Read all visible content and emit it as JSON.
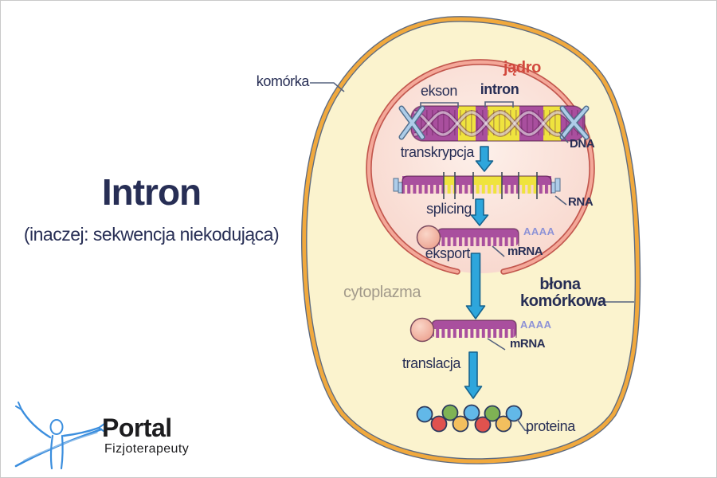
{
  "title": {
    "heading": "Intron",
    "subtitle": "(inaczej: sekwencja niekodująca)"
  },
  "logo": {
    "brand": "Portal",
    "tagline": "Fizjoterapeuty"
  },
  "labels": {
    "cell": "komórka",
    "nucleus": "jądro",
    "exon": "ekson",
    "intron": "intron",
    "dna": "DNA",
    "transcription": "transkrypcja",
    "rna": "RNA",
    "splicing": "splicing",
    "poly_a": "AAAA",
    "mrna": "mRNA",
    "export": "eksport",
    "cytoplasm": "cytoplazma",
    "membrane": "błona komórkowa",
    "translation": "translacja",
    "protein": "proteina"
  },
  "diagram": {
    "protein_bead_sequence": [
      "blue",
      "red",
      "green",
      "orange",
      "blue",
      "red",
      "green",
      "orange",
      "blue"
    ],
    "dna_segment_pattern": [
      "ekson-purple",
      "intron-yellow",
      "ekson-purple",
      "intron-yellow",
      "ekson-purple",
      "intron-yellow",
      "ekson-purple"
    ],
    "process_arrow_color": "#2ea6dc"
  },
  "colors": {
    "background": "#ffffff",
    "border": "#c9c9c9",
    "cell_fill": "#fbf3ce",
    "membrane_orange": "#f1a93d",
    "membrane_edge": "#5e6b80",
    "nucleus_fill": "#f8d7cd",
    "nucleus_fill_light": "#fdf0ea",
    "nucleus_ring": "#f4a899",
    "nucleus_ring_edge": "#c2574e",
    "exon_purple": "#a94f9e",
    "purple_dark": "#6d2a66",
    "intron_yellow": "#efe33e",
    "helix_blue": "#aecde9",
    "helix_blue_dark": "#54708e",
    "arrow_blue": "#2ea6dc",
    "arrow_edge": "#17648f",
    "label_navy": "#272e55",
    "label_red": "#d2493e",
    "label_gray": "#a29a8b",
    "poly_a_color": "#8d92d6",
    "bead_blue": "#62b8e8",
    "bead_red": "#e0524e",
    "bead_green": "#7fb254",
    "bead_orange": "#f3bf5e",
    "bead_edge": "#2c3a5e",
    "cap_pink": "#f3ab97",
    "cap_edge": "#7b4a5e",
    "pointer": "#55627e",
    "logo_blue": "#3b8ede",
    "logo_text": "#1d1d1f"
  }
}
